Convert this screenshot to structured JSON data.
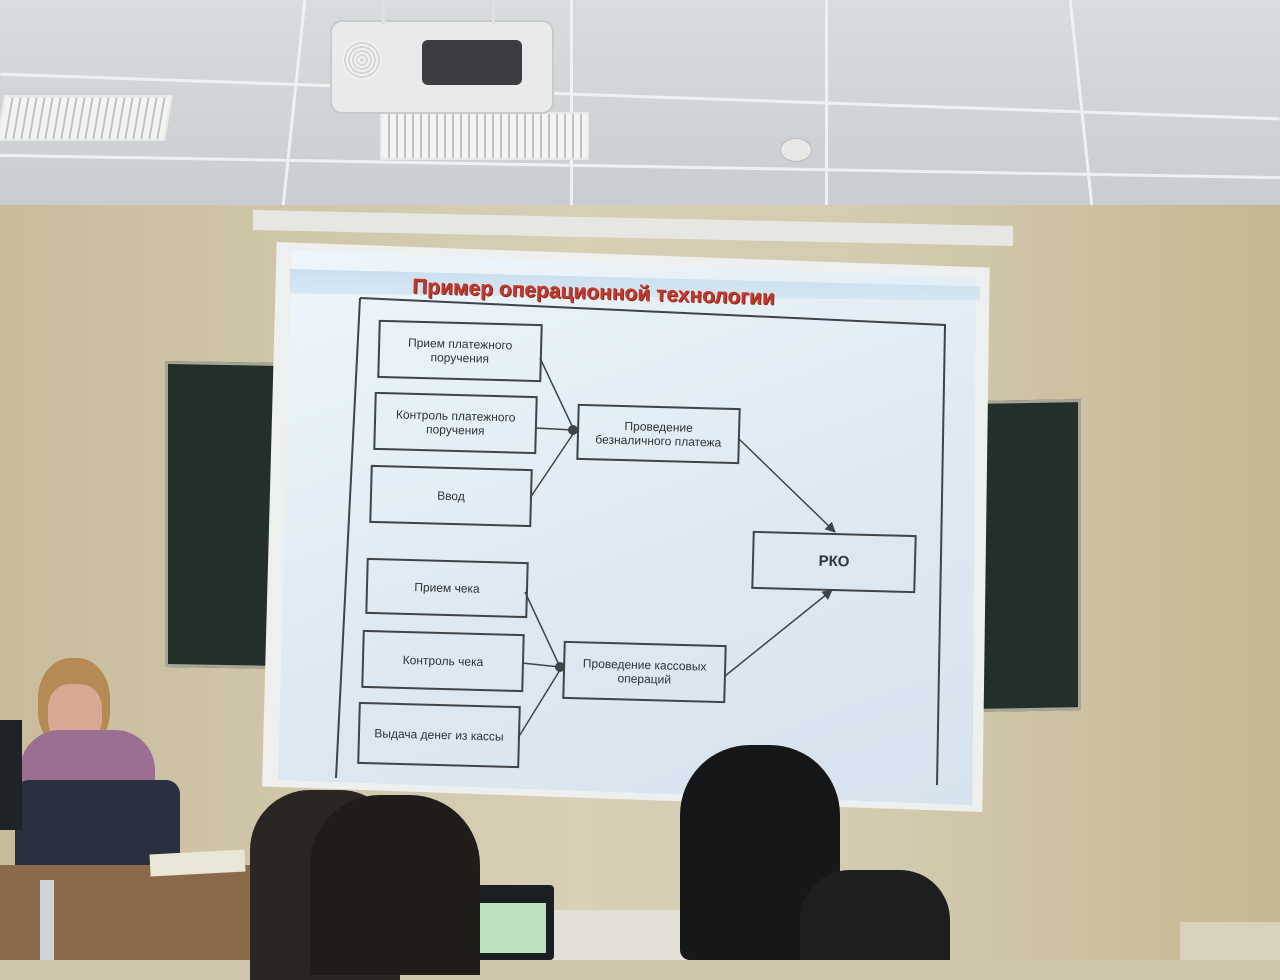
{
  "slide": {
    "title": "Пример операционной технологии",
    "boxes": {
      "receive_order": "Прием платежного поручения",
      "control_order": "Контроль платежного поручения",
      "input": "Ввод",
      "cashless_payment": "Проведение безналичного платежа",
      "rko": "РКО",
      "receive_check": "Прием чека",
      "control_check": "Контроль чека",
      "cash_out": "Выдача денег из кассы",
      "cash_operations": "Проведение кассовых операций"
    }
  },
  "colors": {
    "title": "#c0392b",
    "slide_background": "#e4eef5",
    "box_border": "#3f4448",
    "wall": "#cfc6ad",
    "board": "#23302a"
  }
}
